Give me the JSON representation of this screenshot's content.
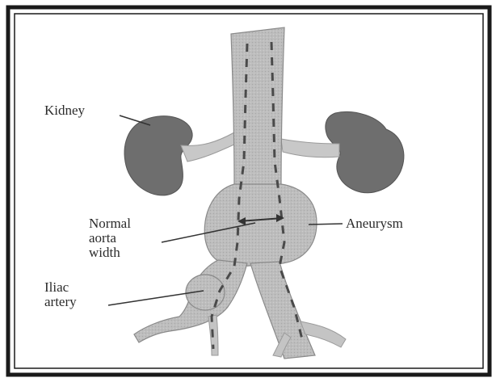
{
  "labels": {
    "kidney": "Kidney",
    "normal_aorta": [
      "Normal",
      "aorta",
      "width"
    ],
    "aneurysm": "Aneurysm",
    "iliac": [
      "Iliac",
      "artery"
    ]
  },
  "colors": {
    "border": "#1a1a1a",
    "vessel_fill": "#b9b9b9",
    "vessel_shade": "#8f8f8f",
    "kidney_fill": "#6e6e6e",
    "dash": "#4a4a4a",
    "text": "#2b2b2b"
  }
}
